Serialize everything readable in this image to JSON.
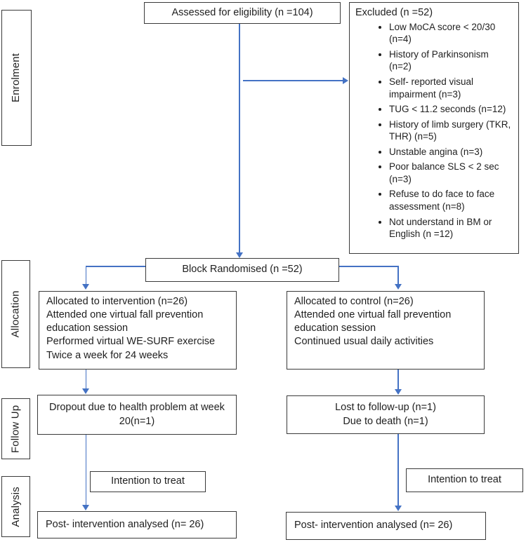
{
  "colors": {
    "connector_blue": "#4472C4",
    "box_border": "#3a3a3a",
    "text": "#1f1f1f",
    "background": "#ffffff"
  },
  "stages": {
    "enrolment": "Enrolment",
    "allocation": "Allocation",
    "follow_up": "Follow Up",
    "analysis": "Analysis"
  },
  "enrolment": {
    "assessed": "Assessed for eligibility (n =104)",
    "excluded": {
      "title": "Excluded (n =52)",
      "items": [
        "Low MoCA score < 20/30 (n=4)",
        "History of Parkinsonism (n=2)",
        "Self- reported visual impairment (n=3)",
        "TUG < 11.2 seconds (n=12)",
        "History of limb surgery (TKR, THR) (n=5)",
        "Unstable angina (n=3)",
        "Poor balance SLS < 2 sec (n=3)",
        "Refuse to do face to face assessment (n=8)",
        "Not understand in BM or English (n =12)"
      ]
    }
  },
  "randomisation": {
    "label": "Block Randomised (n =52)"
  },
  "allocation": {
    "intervention": {
      "lines": [
        "Allocated to intervention (n=26)",
        "Attended one virtual fall prevention education session",
        "Performed virtual WE-SURF exercise",
        "Twice a week for 24 weeks"
      ]
    },
    "control": {
      "lines": [
        "Allocated to control (n=26)",
        "Attended one virtual fall prevention education session",
        "Continued usual daily activities"
      ]
    }
  },
  "follow_up": {
    "intervention": {
      "lines": [
        "Dropout due to health problem at week",
        "20(n=1)"
      ]
    },
    "control": {
      "lines": [
        "Lost to follow-up (n=1)",
        "Due to death (n=1)"
      ]
    }
  },
  "analysis": {
    "intervention_method": "Intention to treat",
    "control_method": "Intention to treat",
    "intervention_result": "Post- intervention analysed (n= 26)",
    "control_result": "Post- intervention analysed (n= 26)"
  }
}
